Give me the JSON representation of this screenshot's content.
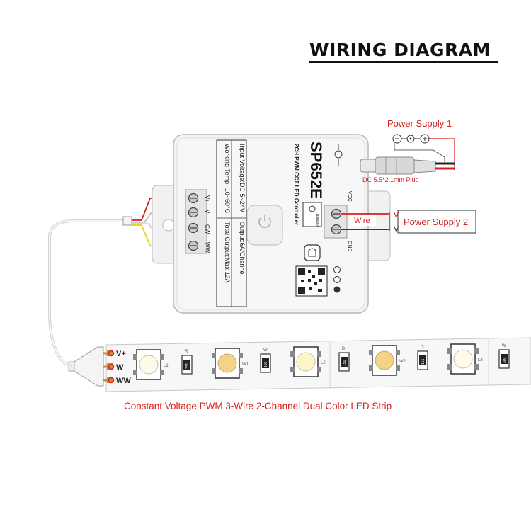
{
  "title": "WIRING DIAGRAM",
  "controller": {
    "model": "SP652E",
    "subtitle": "2CH PWM CCT LED Controller",
    "spec_input_voltage": "Input Voltage:DC 5~24V",
    "spec_working_temp": "Working Temp:-10~60°C",
    "spec_output": "Output:6A/Channel",
    "spec_total_output": "Total Output:Max 12A",
    "terminal_left_1": "V+",
    "terminal_left_2": "V+",
    "terminal_left_3": "CW",
    "terminal_left_4": "WW",
    "terminal_right_1": "VCC",
    "terminal_right_2": "GND",
    "badge_text": "BanlanX"
  },
  "power_supply_1": {
    "label": "Power Supply 1",
    "plug_label": "DC 5.5*2.1mm Plug"
  },
  "power_supply_2": {
    "label": "Power Supply 2",
    "pos_label": "V+",
    "neg_label": "V−",
    "wire_label": "Wire"
  },
  "strip": {
    "caption": "Constant Voltage PWM 3-Wire 2-Channel Dual Color LED Strip",
    "wire_labels": [
      "V+",
      "W",
      "WW"
    ],
    "led_labels": [
      "L1",
      "W1",
      "L2",
      "W2",
      "L3"
    ],
    "resistor_labels": [
      "R",
      "W",
      "B",
      "G",
      "W"
    ],
    "resistor_values": [
      "331",
      "100",
      "151",
      "151",
      "300"
    ]
  },
  "colors": {
    "accent_red": "#d62020",
    "wire_yellow": "#e8d020",
    "strip_bg": "#f7f7f7"
  }
}
